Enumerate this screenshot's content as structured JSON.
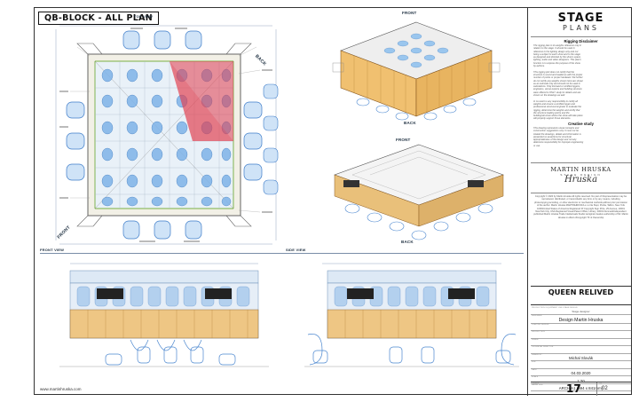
{
  "header": {
    "sheet_title": "QB-BLOCK - ALL PLAN",
    "top_view_label": "TOP VIEW",
    "front_view_label": "FRONT VIEW",
    "side_view_label": "SIDE VIEW"
  },
  "top_view": {
    "back_label": "BACK",
    "front_label": "FRONT"
  },
  "iso_views": {
    "top_front_label": "FRONT",
    "top_back_label": "BACK",
    "bottom_front_label": "FRONT",
    "bottom_back_label": "BACK"
  },
  "footer": {
    "website": "www.martinhruska.com"
  },
  "title_block": {
    "brand_line1": "STAGE",
    "brand_line2": "PLANS",
    "disclaimer_heading": "Rigging Disclaimer",
    "disclaimer_lines": [
      "The rigging plan in its weights reference only in",
      "relation to the stage. It should be used in",
      "reference to the lighting design only and not",
      "being a subject to each show and to the stage",
      "as designed and directed by the show's space,",
      "lighting, audio and video designers. This plan's",
      "function is to express the purpose of the show",
      "by authors.",
      "",
      "This rigging plot does not certify that the",
      "structure is sound and loaded as with the proper",
      "number of points or proper hardware. We further",
      "do not certify any weights shown here are shown",
      "as an estimate only and should not be used in",
      "calculations. Only licensed or certified riggers,",
      "engineers, venue experts and building structure",
      "were offered to ONLY study for details and are",
      "shown on the drawings as well.",
      "",
      "In no event is any responsibility to certify all",
      "weights and ensure a certified rigger and",
      "professional structural engineer to evaluate the",
      "rigging, determine the weights and certify that",
      "the structure loading points and the",
      "building/structure where the show will take place",
      "will properly support those elements."
    ],
    "creative_heading": "Creative study",
    "creative_lines": [
      "This drawing represents visual concepts and",
      "construction suggestions only. It must not be",
      "treated the drawings, details and information is",
      "presented no assertions for structural",
      "appropriateness of the design and not any",
      "determine responsibility for improper engineering",
      "or use."
    ],
    "logo_name": "MARTIN HRUSKA",
    "logo_sub": "STAGE DESIGN",
    "logo_signature": "Hruska",
    "copyright_lines": [
      "Copyright © 2020 by Martin Hruska",
      "",
      "All rights reserved. No part of this",
      "presentation may be reproduced, distributed, or transmitted",
      "in any form or by any means, including photocopying,",
      "recording, or other electronic or mechanical methods,",
      "without prior permission of the author.",
      "",
      "Martin Hruska MARTINHRUSKA s.r.o.",
      "Na Slupi, Praha, Tallinn, New York 10001",
      "United States of America",
      "",
      "Registered IP Copyright Sign Prize, 25 Avenue, 10001 New",
      "York City, USA",
      "",
      "Registered Visual Patent Office, Library, 10001 Denmark",
      "Independent published Martin Hruska Trade Intellectuals Studio is",
      "original creative authorship of Mr. Martin Hruska in effect of",
      "Copyright TF & Ownership"
    ],
    "project_title": "QUEEN RELIVED",
    "fields": [
      {
        "label": "PRODUCTION / EQUIPMENT USE STAGE DESIGN",
        "value": "Stage designer",
        "kind": "small"
      },
      {
        "label": "DESIGNER",
        "value": "Design Martin Hruska",
        "kind": "tall"
      },
      {
        "label": "LIGHTING DESIGN",
        "value": "",
        "kind": "normal"
      },
      {
        "label": "PRODUCTION",
        "value": "",
        "kind": "normal"
      },
      {
        "label": "VENUE",
        "value": "",
        "kind": "normal"
      },
      {
        "label": "TECHNICAL DIRECTOR",
        "value": "",
        "kind": "normal"
      },
      {
        "label": "DRAWN BY",
        "value": "Michal Slovák",
        "kind": "normal"
      },
      {
        "label": "FILE",
        "value": "",
        "kind": "small"
      },
      {
        "label": "DATE",
        "value": "04.03.2020",
        "kind": "normal"
      },
      {
        "label": "SCALE",
        "value": "1:70",
        "kind": "normal"
      },
      {
        "label": "PAPER SIZE",
        "value": "ARCH A1 (594 x 841mm)",
        "kind": "normal"
      }
    ],
    "sheet_number_label": "SHEET",
    "sheet_number": "17",
    "sheet_total_label": "OF",
    "sheet_total": "02"
  }
}
